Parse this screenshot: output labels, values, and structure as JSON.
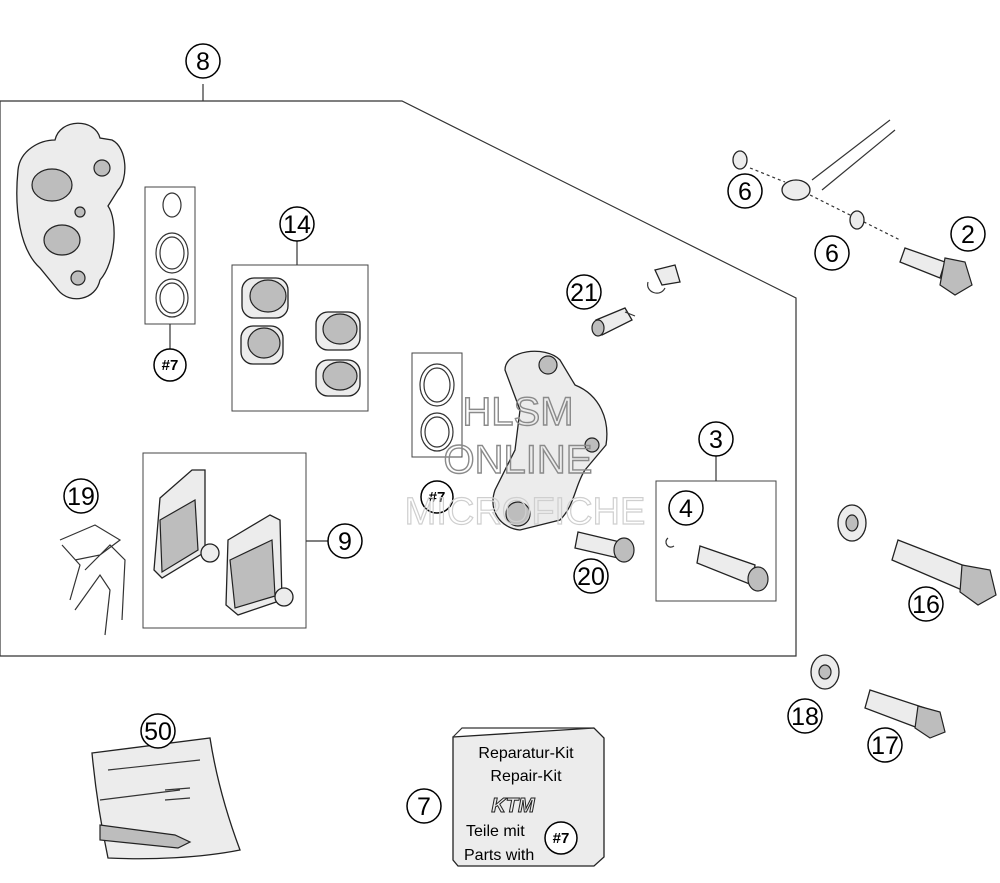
{
  "callouts": {
    "c8": "8",
    "c2": "2",
    "c6a": "6",
    "c6b": "6",
    "c14": "14",
    "c21": "21",
    "c7a": "#7",
    "c7b": "#7",
    "c3": "3",
    "c4": "4",
    "c19": "19",
    "c9": "9",
    "c20": "20",
    "c16": "16",
    "c18": "18",
    "c17": "17",
    "c50": "50",
    "c7": "7",
    "c7c": "#7"
  },
  "repair_kit": {
    "line1": "Reparatur-Kit",
    "line2": "Repair-Kit",
    "brand": "KTM",
    "line3": "Teile mit",
    "line4": "Parts with"
  },
  "watermark": {
    "line1": "HLSM",
    "line2": "ONLINE",
    "line3": "MICROFICHE"
  }
}
